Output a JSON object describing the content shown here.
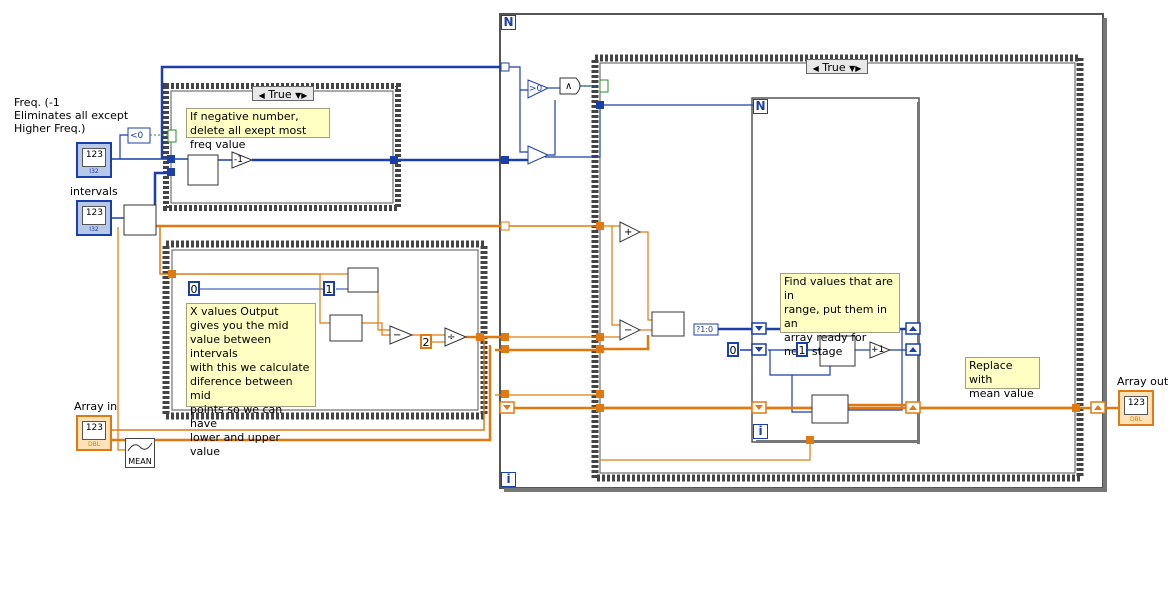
{
  "labels": {
    "freq": "Freq. (-1\nEliminates all except\nHigher Freq.)",
    "intervals": "intervals",
    "array_in": "Array in",
    "array_out": "Array out"
  },
  "case_selectors": {
    "outer": "True",
    "inner": "True"
  },
  "comments": {
    "negative": "If negative number, delete all exept most freq value",
    "xvalues": "X values Output\ngives you the mid\nvalue between intervals\nwith this we calculate\ndiference between mid\npoints so we can have\nlower and upper value",
    "findvalues": "Find values that are in\nrange, put them in an\narray ready for\nnext stage",
    "replace": "Replace with\nmean value"
  },
  "constants": {
    "zero_a": "0",
    "one_a": "1",
    "two": "2",
    "zero_b": "0",
    "one_b": "1"
  },
  "controls": {
    "freq_value": "123",
    "freq_type": "I32",
    "intervals_value": "123",
    "intervals_type": "I32",
    "array_in_value": "123",
    "array_in_type": "DBL",
    "array_out_value": "123",
    "array_out_type": "DBL"
  },
  "nodes": {
    "mean": "MEAN",
    "loop_count": "N",
    "loop_index": "i",
    "gt_zero": ">0",
    "lt_zero": "<0",
    "and": "∧",
    "increment": "+1",
    "decrement": "-1",
    "convert": "?1:0"
  },
  "colors": {
    "int_wire": "#1b3fa8",
    "dbl_wire": "#e07a10",
    "frame": "#4a4a4a",
    "comment_bg": "#ffffc4"
  }
}
